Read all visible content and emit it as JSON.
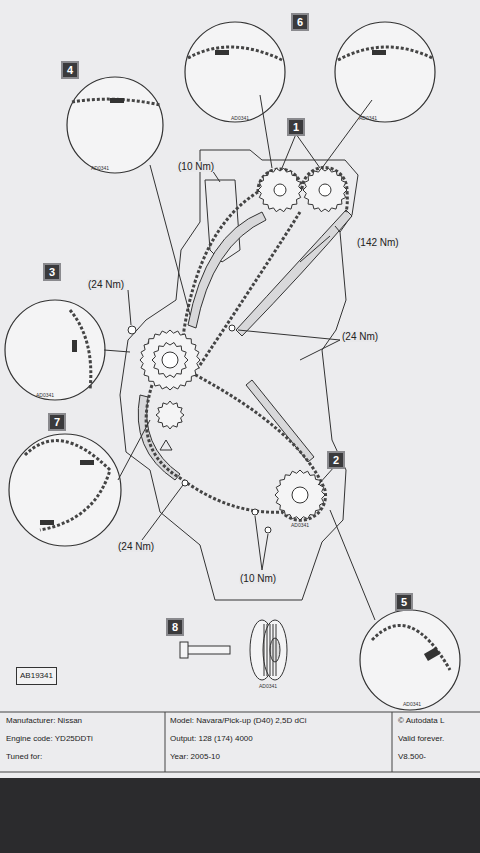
{
  "diagram": {
    "nodes": [
      {
        "text": [
          "6"
        ]
      },
      {
        "text": [
          "4"
        ]
      },
      {
        "text": [
          "1"
        ]
      },
      {
        "text": [
          "3"
        ]
      },
      {
        "text": [
          "7"
        ]
      },
      {
        "text": [
          "2"
        ]
      },
      {
        "text": [
          "5"
        ]
      },
      {
        "text": [
          "8"
        ]
      },
      {
        "text": [
          "AB19341"
        ]
      }
    ],
    "labels": [
      "(10 Nm)",
      "(142 Nm)",
      "(24 Nm)",
      "(24 Nm)",
      "(24 Nm)",
      "(10 Nm)",
      "AD0341",
      "AD0341",
      "AD0341",
      "AD0341",
      "AD0341",
      "AD0341",
      "AD0341",
      "Manufacturer: Nissan",
      "Engine code: YD25DDTi",
      "Tuned for:",
      "Model: Navara/Pick-up (D40) 2,5D dCi",
      "Output: 128 (174) 4000",
      "Year: 2005-10",
      "© Autodata L",
      "Valid forever.",
      "V8.500-"
    ]
  }
}
